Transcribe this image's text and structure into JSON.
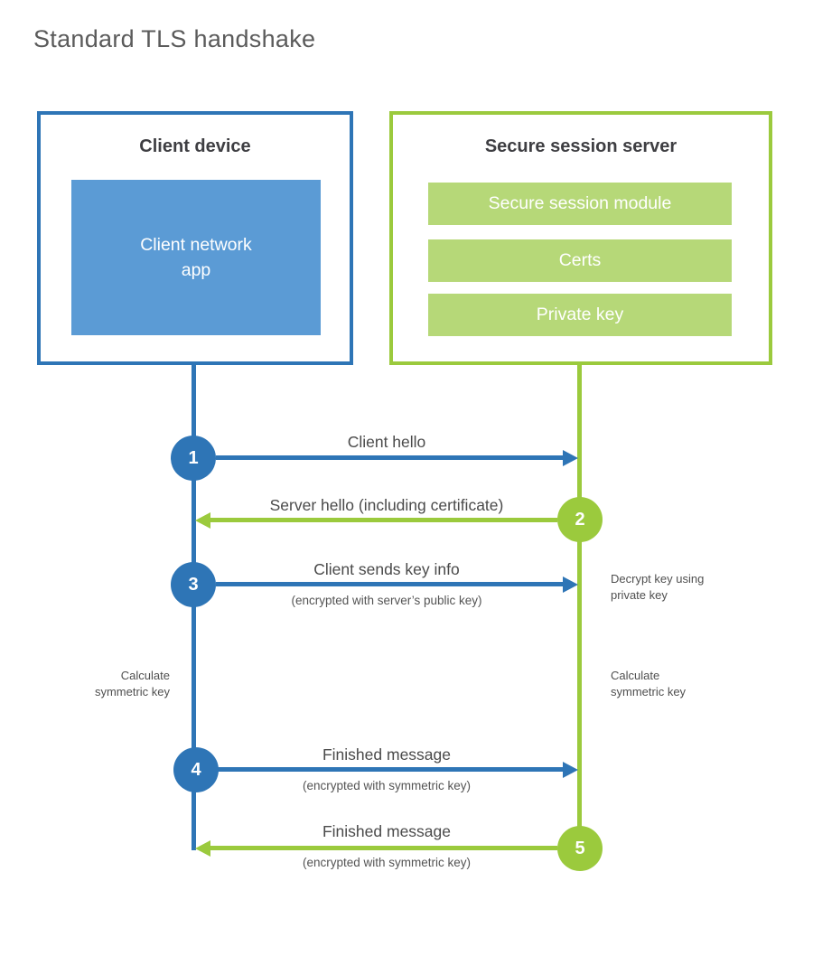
{
  "page": {
    "title": "Standard TLS handshake"
  },
  "palette": {
    "blue": "#2e75b6",
    "blue_light": "#5b9bd5",
    "green": "#9bca3d",
    "green_light": "#b6d878",
    "heading_text": "#3e3e42",
    "label_text": "#4a4a4a",
    "title_text": "#5b5b5b",
    "module_text": "#ffffff"
  },
  "client_box": {
    "title": "Client device",
    "module": "Client network\napp"
  },
  "server_box": {
    "title": "Secure session server",
    "modules": [
      "Secure session module",
      "Certs",
      "Private key"
    ]
  },
  "steps": [
    {
      "num": "1",
      "label": "Client hello",
      "sub": "",
      "direction": "client-to-server",
      "color": "blue"
    },
    {
      "num": "2",
      "label": "Server hello (including certificate)",
      "sub": "",
      "direction": "server-to-client",
      "color": "green"
    },
    {
      "num": "3",
      "label": "Client sends key info",
      "sub": "(encrypted with server’s public key)",
      "direction": "client-to-server",
      "color": "blue"
    },
    {
      "num": "4",
      "label": "Finished message",
      "sub": "(encrypted with symmetric key)",
      "direction": "client-to-server",
      "color": "blue"
    },
    {
      "num": "5",
      "label": "Finished message",
      "sub": "(encrypted with symmetric key)",
      "direction": "server-to-client",
      "color": "green"
    }
  ],
  "notes": {
    "decrypt": "Decrypt key using\nprivate key",
    "calc_left": "Calculate\nsymmetric key",
    "calc_right": "Calculate\nsymmetric key"
  }
}
